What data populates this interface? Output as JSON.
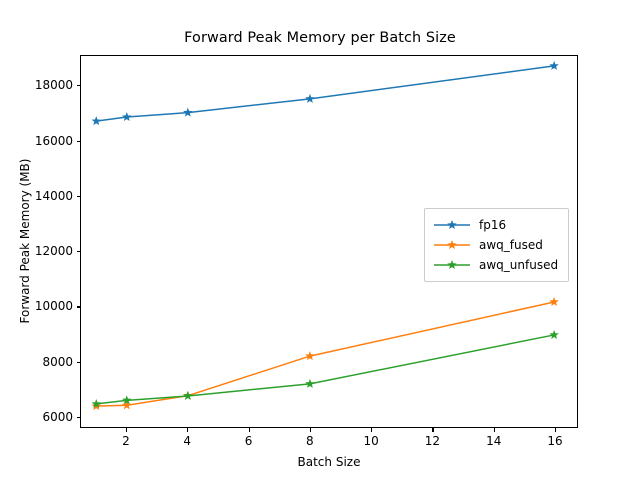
{
  "chart_data": {
    "type": "line",
    "title": "Forward Peak Memory per Batch Size",
    "xlabel": "Batch Size",
    "ylabel": "Forward Peak Memory (MB)",
    "x": [
      1,
      2,
      4,
      8,
      16
    ],
    "xlim": [
      0.5,
      16.75
    ],
    "ylim": [
      5600,
      19100
    ],
    "xticks": [
      2,
      4,
      6,
      8,
      10,
      12,
      14,
      16
    ],
    "xtick_labels": [
      "2",
      "4",
      "6",
      "8",
      "10",
      "12",
      "14",
      "16"
    ],
    "yticks": [
      6000,
      8000,
      10000,
      12000,
      14000,
      16000,
      18000
    ],
    "ytick_labels": [
      "6000",
      "8000",
      "10000",
      "12000",
      "14000",
      "16000",
      "18000"
    ],
    "grid": false,
    "marker": "star",
    "legend_position": "center-right",
    "series": [
      {
        "name": "fp16",
        "color": "#1f77b4",
        "values": [
          16730,
          16880,
          17040,
          17540,
          18740
        ]
      },
      {
        "name": "awq_fused",
        "color": "#ff7f0e",
        "values": [
          6360,
          6390,
          6740,
          8180,
          10150
        ]
      },
      {
        "name": "awq_unfused",
        "color": "#2ca02c",
        "values": [
          6440,
          6570,
          6730,
          7170,
          8950
        ]
      }
    ]
  }
}
